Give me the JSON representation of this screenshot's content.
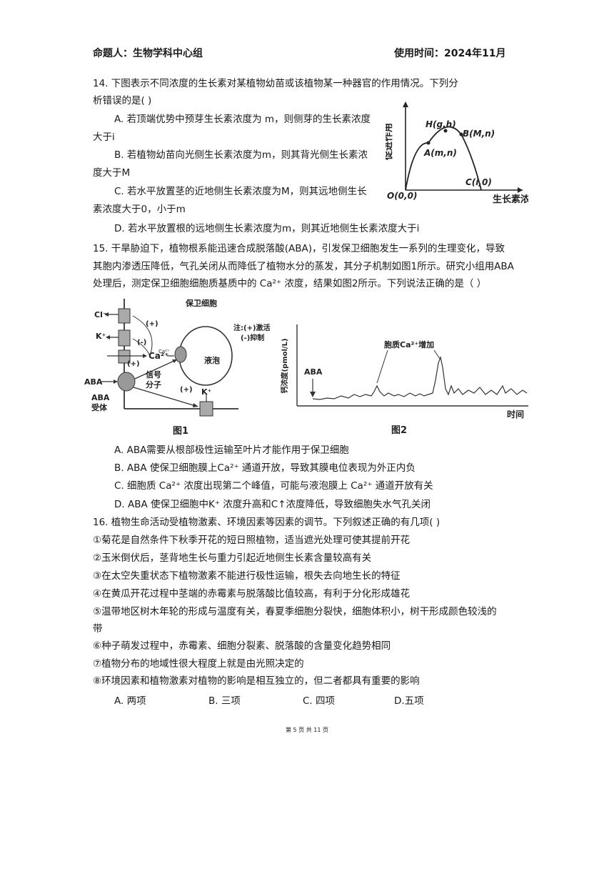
{
  "header": {
    "author": "命题人：生物学科中心组",
    "date": "使用时间：2024年11月"
  },
  "q14": {
    "stem_line1": "14. 下图表示不同浓度的生长素对某植物幼苗或该植物某一种器官的作用情况。下列分",
    "stem_line2": "析错误的是(   )",
    "A_line1": "A. 若顶端优势中预芽生长素浓度为 m，则侧芽的生长素浓度",
    "A_line2": "大于i",
    "B_line1": "B. 若植物幼苗向光侧生长素浓度为m，则其背光侧生长素浓",
    "B_line2": "度大于M",
    "C_line1": "C. 若水平放置茎的近地侧生长素浓度为M，则其远地侧生长",
    "C_line2": "素浓度大于0，小于m",
    "D_line1": "D. 若水平放置根的远地侧生长素浓度为m，则其近地侧生长素浓度大于i",
    "graph": {
      "ylabel": "促进作用",
      "xlabel": "生长素浓度",
      "label_O": "O(0,0)",
      "label_H": "H(g,h)",
      "label_A": "A(m,n)",
      "label_B": "B(M,n)",
      "label_C": "C(i,0)"
    }
  },
  "q15": {
    "stem_line1": "15. 干旱胁迫下，植物根系能迅速合成脱落酸(ABA)，引发保卫细胞发生一系列的生理变化，导致",
    "stem_line2": "其胞内渗透压降低，气孔关闭从而降低了植物水分的蒸发，其分子机制如图1所示。研究小组用ABA",
    "stem_line3": "处理后，测定保卫细胞细胞质基质中的 Ca²⁺ 浓度，结果如图2所示。下列说法正确的是（   ）",
    "fig1": {
      "caption": "图1",
      "guard_cell": "保卫细胞",
      "cl": "Cl⁻",
      "k_top": "K⁺",
      "ca": "Ca²⁺",
      "ca_small": "Ca²⁺",
      "vacuole": "液泡",
      "note1": "注:(+)激活",
      "note2": "(-)抑制",
      "aba": "ABA",
      "receptor1": "ABA",
      "receptor2": "受体",
      "signal1": "信号",
      "signal2": "分子",
      "plus1": "(+)",
      "minus1": "(-)",
      "plus2": "(+)",
      "plus3": "(+)",
      "k_bottom": "K⁺"
    },
    "fig2": {
      "caption": "图2",
      "ylabel": "钙浓度(pmol/L)",
      "xlabel": "时间",
      "aba_label": "ABA",
      "peak_label": "胞质Ca²⁺增加"
    },
    "A": "A. ABA需要从根部极性运输至叶片才能作用于保卫细胞",
    "B": "B. ABA 使保卫细胞膜上Ca²⁺ 通道开放，导致其膜电位表现为外正内负",
    "C": "C. 细胞质 Ca²⁺ 浓度出现第二个峰值，可能与液泡膜上 Ca²⁺ 通道开放有关",
    "D": "D. ABA 使保卫细胞中K⁺ 浓度升高和C↑浓度降低，导致细胞失水气孔关闭"
  },
  "q16": {
    "stem": "16. 植物生命活动受植物激素、环境因素等因素的调节。下列叙述正确的有几项(   )",
    "items": [
      "①菊花是自然条件下秋季开花的短日照植物，适当遮光处理可使其提前开花",
      "②玉米倒伏后，茎背地生长与重力引起近地侧生长素含量较高有关",
      "③在太空失重状态下植物激素不能进行极性运输，根失去向地生长的特征",
      "④在黄瓜开花过程中茎端的赤霉素与脱落酸比值较高，有利于分化形成雄花",
      "⑤温带地区树木年轮的形成与温度有关，春夏季细胞分裂快，细胞体积小，树干形成颜色较浅的",
      "带",
      "⑥种子萌发过程中，赤霉素、细胞分裂素、脱落酸的含量变化趋势相同",
      "⑦植物分布的地域性很大程度上就是由光照决定的",
      "⑧环境因素和植物激素对植物的影响是相互独立的，但二者都具有重要的影响"
    ],
    "options": [
      "A. 两项",
      "B. 三项",
      "C. 四项",
      "D.五项"
    ]
  },
  "footer": "第 5 页 共 11 页"
}
